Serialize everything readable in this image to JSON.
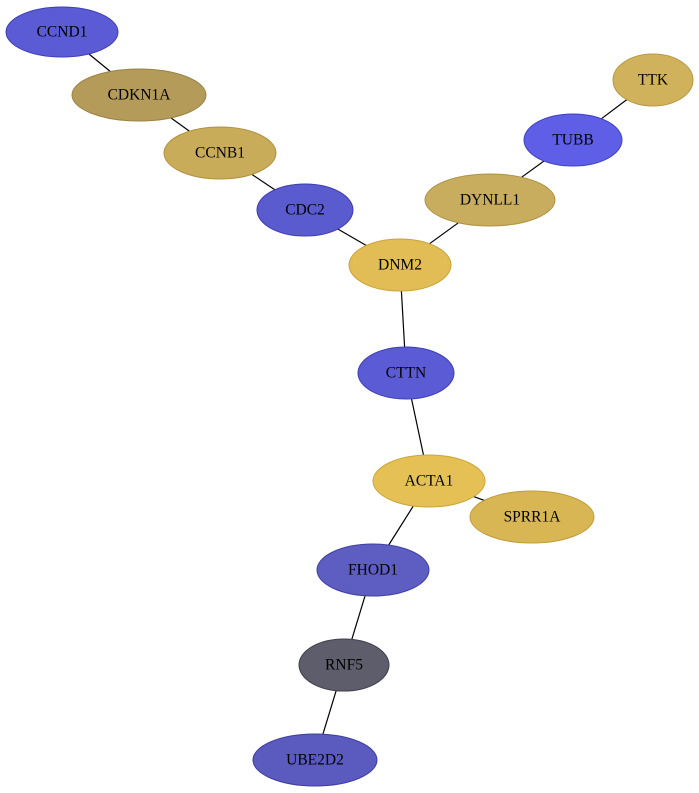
{
  "graph": {
    "nodes": [
      {
        "id": "CCND1",
        "label": "CCND1",
        "color": "#5b5bd5",
        "stroke": "#3d3db4"
      },
      {
        "id": "CDKN1A",
        "label": "CDKN1A",
        "color": "#b49b5a",
        "stroke": "#9a8243"
      },
      {
        "id": "CCNB1",
        "label": "CCNB1",
        "color": "#c9ac5a",
        "stroke": "#b09240"
      },
      {
        "id": "CDC2",
        "label": "CDC2",
        "color": "#5b5bd0",
        "stroke": "#3d3db0"
      },
      {
        "id": "TTK",
        "label": "TTK",
        "color": "#d1b25c",
        "stroke": "#b89841"
      },
      {
        "id": "TUBB",
        "label": "TUBB",
        "color": "#5e5ee6",
        "stroke": "#4040c4"
      },
      {
        "id": "DYNLL1",
        "label": "DYNLL1",
        "color": "#c8ad5e",
        "stroke": "#ae9343"
      },
      {
        "id": "DNM2",
        "label": "DNM2",
        "color": "#e2bd55",
        "stroke": "#c9a33b"
      },
      {
        "id": "CTTN",
        "label": "CTTN",
        "color": "#5b5bd5",
        "stroke": "#3d3db4"
      },
      {
        "id": "ACTA1",
        "label": "ACTA1",
        "color": "#e4c055",
        "stroke": "#cba63b"
      },
      {
        "id": "SPRR1A",
        "label": "SPRR1A",
        "color": "#d9b654",
        "stroke": "#c09c3a"
      },
      {
        "id": "FHOD1",
        "label": "FHOD1",
        "color": "#5d5dc2",
        "stroke": "#4040a3"
      },
      {
        "id": "RNF5",
        "label": "RNF5",
        "color": "#5d5d6b",
        "stroke": "#3e3e4c"
      },
      {
        "id": "UBE2D2",
        "label": "UBE2D2",
        "color": "#5b5bbf",
        "stroke": "#3d3d9f"
      }
    ],
    "edges": [
      {
        "source": "CCND1",
        "target": "CDKN1A"
      },
      {
        "source": "CDKN1A",
        "target": "CCNB1"
      },
      {
        "source": "CCNB1",
        "target": "CDC2"
      },
      {
        "source": "CDC2",
        "target": "DNM2"
      },
      {
        "source": "TTK",
        "target": "TUBB"
      },
      {
        "source": "TUBB",
        "target": "DYNLL1"
      },
      {
        "source": "DYNLL1",
        "target": "DNM2"
      },
      {
        "source": "DNM2",
        "target": "CTTN"
      },
      {
        "source": "CTTN",
        "target": "ACTA1"
      },
      {
        "source": "ACTA1",
        "target": "SPRR1A"
      },
      {
        "source": "ACTA1",
        "target": "FHOD1"
      },
      {
        "source": "FHOD1",
        "target": "RNF5"
      },
      {
        "source": "RNF5",
        "target": "UBE2D2"
      }
    ]
  }
}
